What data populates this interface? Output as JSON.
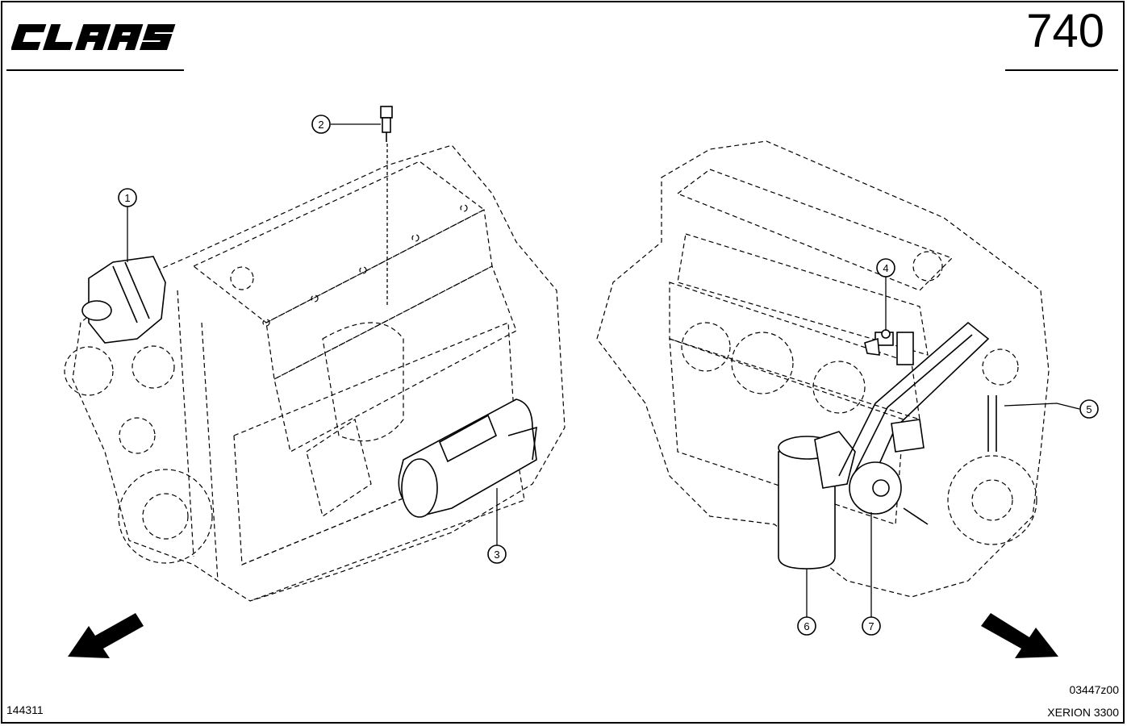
{
  "header": {
    "brand": "CLAAS",
    "page_number": "740"
  },
  "callouts": [
    "1",
    "2",
    "3",
    "4",
    "5",
    "6",
    "7"
  ],
  "footer": {
    "left_code": "144311",
    "drawing_code": "03447z00",
    "model": "XERION 3300"
  },
  "icons": {
    "left_arrow": "direction-arrow-down-left-icon",
    "right_arrow": "direction-arrow-down-right-icon"
  },
  "colors": {
    "ink": "#000000",
    "paper": "#ffffff"
  }
}
